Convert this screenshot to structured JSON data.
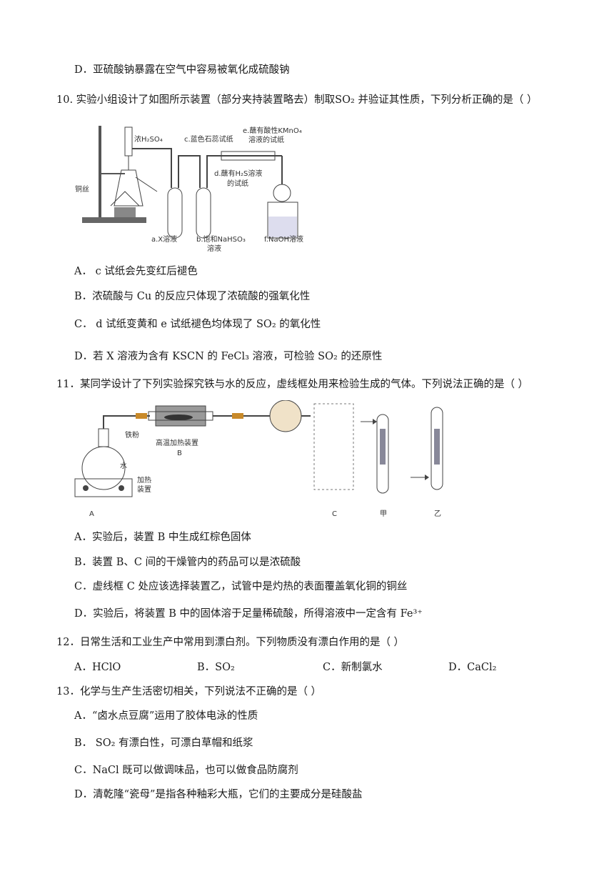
{
  "q9": {
    "optD": "D．亚硫酸钠暴露在空气中容易被氧化成硫酸钠"
  },
  "q10": {
    "stem": "10. 实验小组设计了如图所示装置（部分夹持装置略去）制取SO₂ 并验证其性质，下列分析正确的是（        ）",
    "fig": {
      "conc_h2so4": "浓H₂SO₄",
      "c_paper": "c.蓝色石蕊试纸",
      "e_paper_1": "e.蘸有酸性KMnO₄",
      "e_paper_2": "溶液的试纸",
      "d_paper_1": "d.蘸有H₂S溶液",
      "d_paper_2": "的试纸",
      "copper": "铜丝",
      "a_sol": "a.X溶液",
      "b_sol_1": "b.饱和NaHSO₃",
      "b_sol_2": "溶液",
      "f_sol": "f.NaOH溶液"
    },
    "optA": "A． c 试纸会先变红后褪色",
    "optB": "B．浓硫酸与 Cu 的反应只体现了浓硫酸的强氧化性",
    "optC": "C． d 试纸变黄和 e 试纸褪色均体现了 SO₂ 的氧化性",
    "optD": "D．若 X 溶液为含有 KSCN 的 FeCl₃ 溶液，可检验 SO₂ 的还原性"
  },
  "q11": {
    "stem": "11．某同学设计了下列实验探究铁与水的反应，虚线框处用来检验生成的气体。下列说法正确的是（        ）",
    "fig": {
      "iron": "铁粉",
      "heater_b": "高温加热装置",
      "label_b": "B",
      "water": "水",
      "heat_1": "加热",
      "heat_2": "装置",
      "label_a": "A",
      "label_c": "C",
      "label_jia": "甲",
      "label_yi": "乙"
    },
    "optA": "A．实验后，装置 B 中生成红棕色固体",
    "optB": "B．装置 B、C 间的干燥管内的药品可以是浓硫酸",
    "optC": "C．虚线框 C 处应该选择装置乙，试管中是灼热的表面覆盖氧化铜的铜丝",
    "optD": "D．实验后，将装置 B 中的固体溶于足量稀硫酸，所得溶液中一定含有 Fe³⁺"
  },
  "q12": {
    "stem": "12．日常生活和工业生产中常用到漂白剂。下列物质没有漂白作用的是（        ）",
    "optA": "A．HClO",
    "optB": "B．SO₂",
    "optC": "C．新制氯水",
    "optD": "D．CaCl₂"
  },
  "q13": {
    "stem": "13．化学与生产生活密切相关，下列说法不正确的是（        ）",
    "optA": "A．“卤水点豆腐”运用了胶体电泳的性质",
    "optB": "B． SO₂ 有漂白性，可漂白草帽和纸浆",
    "optC": "C．NaCl 既可以做调味品，也可以做食品防腐剂",
    "optD": "D．清乾隆“瓷母”是指各种釉彩大瓶，它们的主要成分是硅酸盐"
  }
}
